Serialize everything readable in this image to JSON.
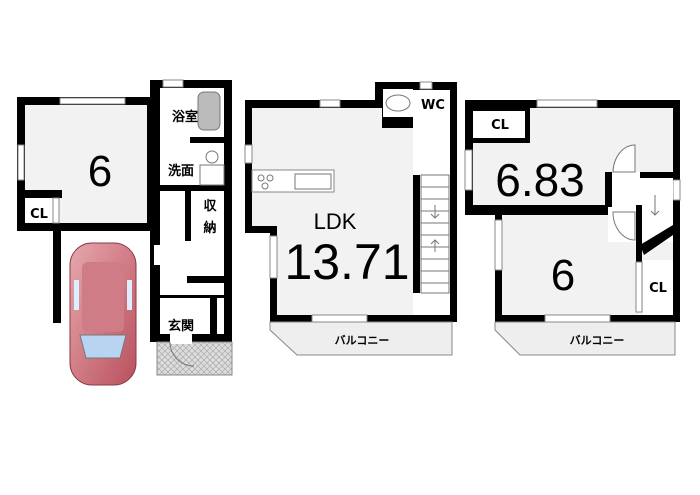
{
  "floor1": {
    "room_size": "6",
    "closet": "CL",
    "bath": "浴室",
    "washroom": "洗面",
    "storage_top": "収",
    "storage_bottom": "納",
    "entrance": "玄関"
  },
  "floor2": {
    "wc": "WC",
    "ldk_label": "LDK",
    "ldk_size": "13.71",
    "balcony": "バルコニー"
  },
  "floor3": {
    "closet_top": "CL",
    "room_top_size": "6.83",
    "room_bottom_size": "6",
    "closet_right": "CL",
    "balcony": "バルコニー"
  },
  "colors": {
    "wall": "#000000",
    "floor": "#f2f2f2",
    "car_body": "#c9707a",
    "car_glass": "#b8d4f0"
  }
}
